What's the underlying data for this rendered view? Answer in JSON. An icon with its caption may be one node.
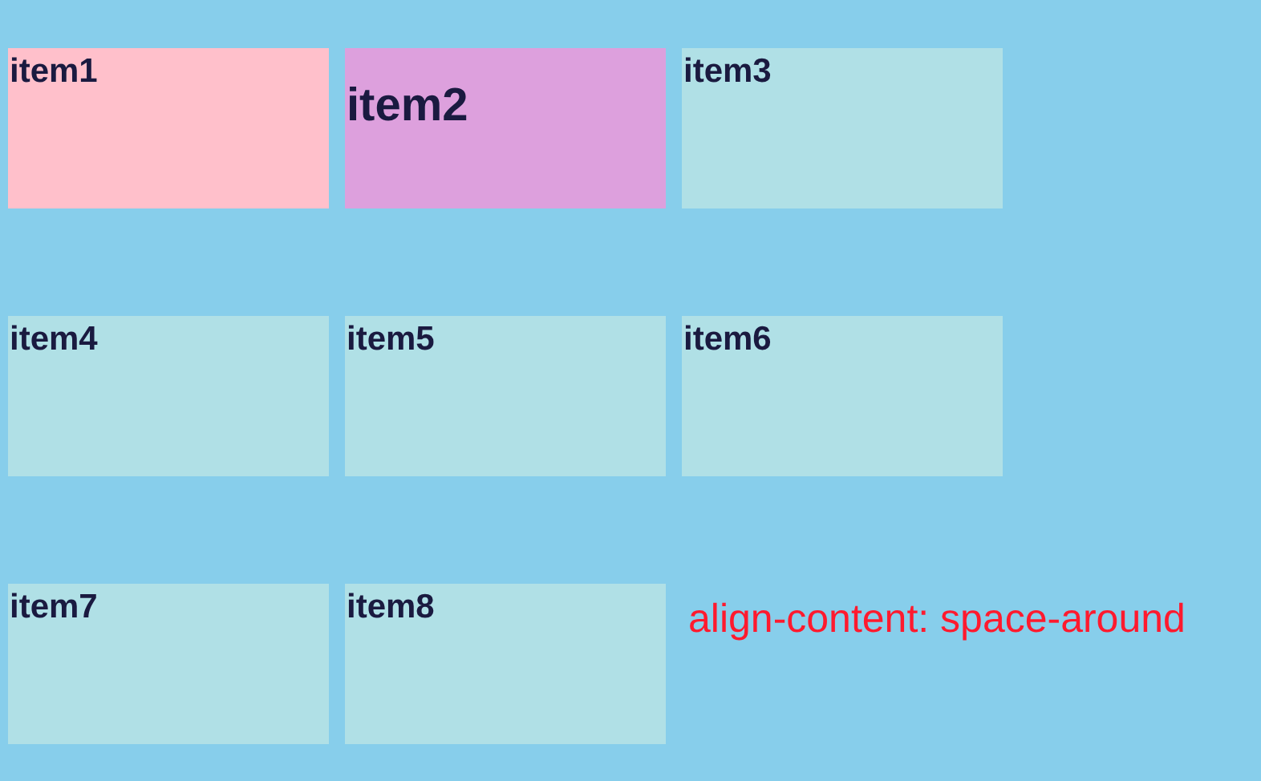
{
  "diagram": {
    "nodes": [
      {
        "text": [
          "item1"
        ]
      },
      {
        "text": [
          "item2"
        ]
      },
      {
        "text": [
          "item3"
        ]
      },
      {
        "text": [
          "item4"
        ]
      },
      {
        "text": [
          "item5"
        ]
      },
      {
        "text": [
          "item6"
        ]
      },
      {
        "text": [
          "item7"
        ]
      },
      {
        "text": [
          "item8"
        ]
      }
    ],
    "labels": [
      "align-content: space-around"
    ]
  }
}
